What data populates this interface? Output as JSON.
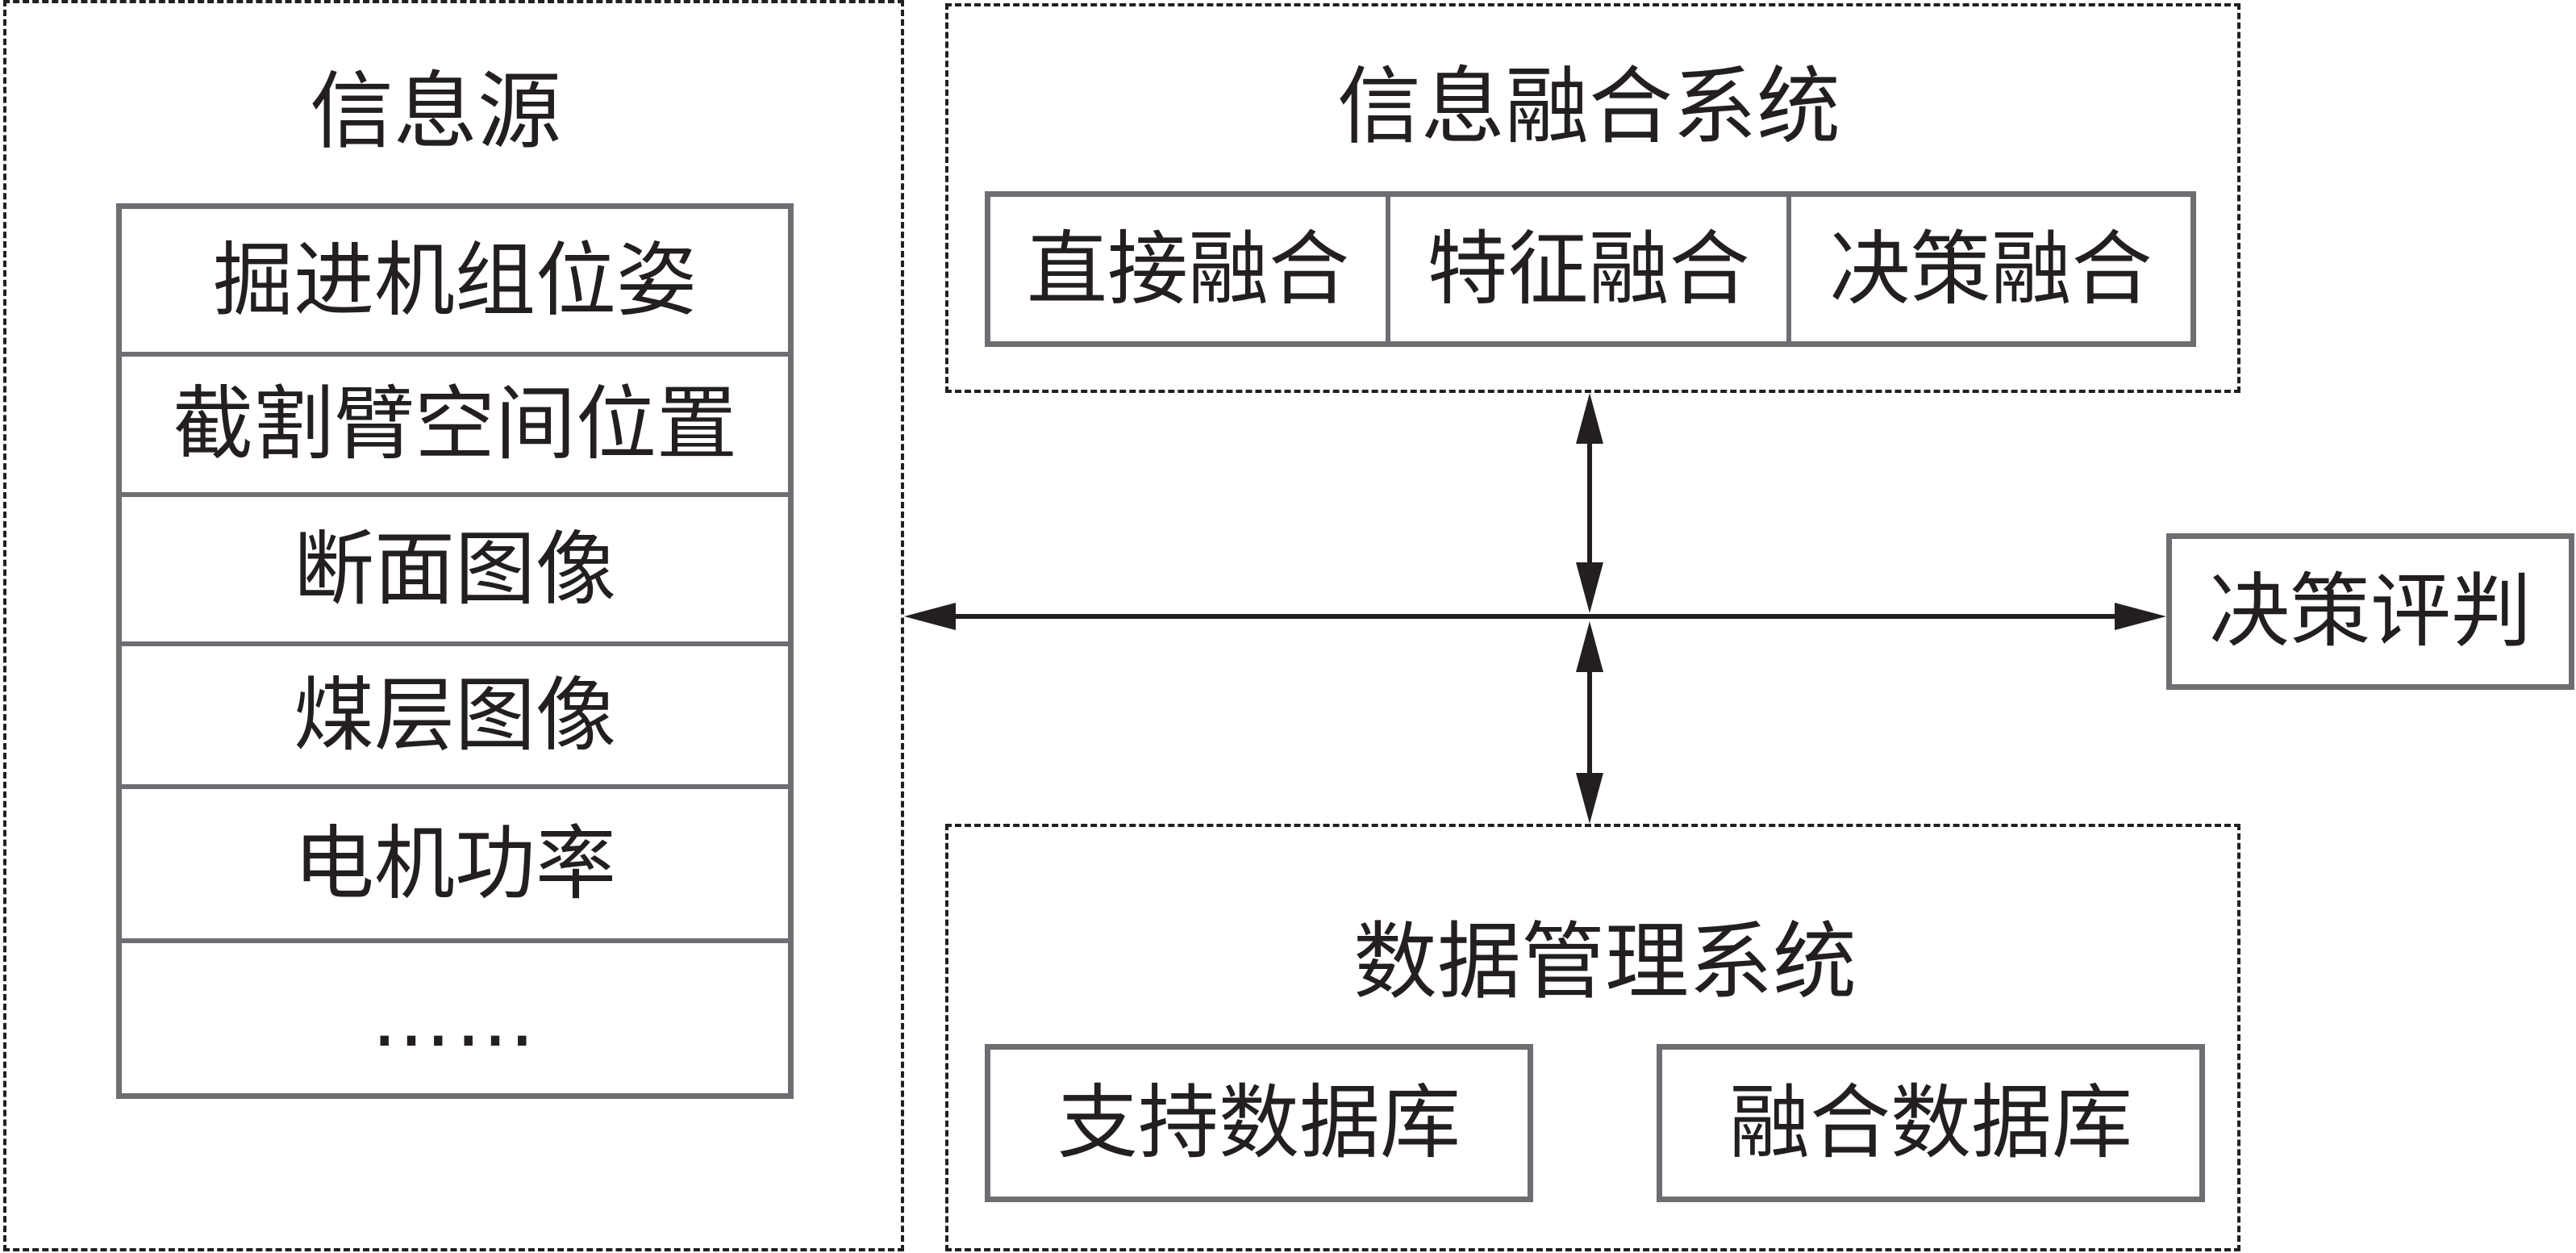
{
  "source_panel": {
    "title": "信息源",
    "items": [
      "掘进机组位姿",
      "截割臂空间位置",
      "断面图像",
      "煤层图像",
      "电机功率",
      "……"
    ]
  },
  "fusion_panel": {
    "title": "信息融合系统",
    "methods": [
      "直接融合",
      "特征融合",
      "决策融合"
    ]
  },
  "data_panel": {
    "title": "数据管理系统",
    "databases": [
      "支持数据库",
      "融合数据库"
    ]
  },
  "decision": {
    "label": "决策评判"
  },
  "colors": {
    "ink": "#231f20",
    "box_border": "#6d6e71"
  }
}
